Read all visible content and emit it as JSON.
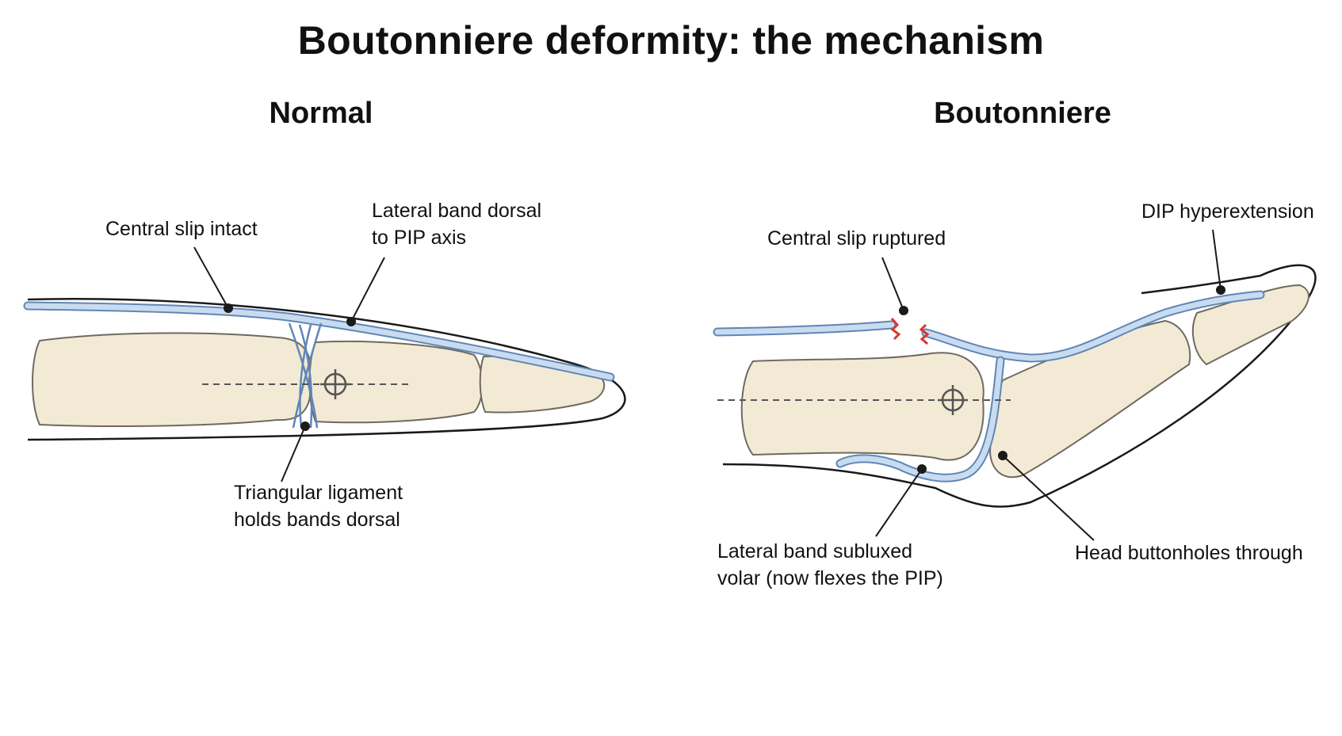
{
  "title": "Boutonniere deformity: the mechanism",
  "panels": {
    "normal": {
      "title": "Normal",
      "labels": {
        "central_slip": "Central slip intact",
        "lateral_band_l1": "Lateral band dorsal",
        "lateral_band_l2": "to PIP axis",
        "triangular_l1": "Triangular ligament",
        "triangular_l2": "holds bands dorsal"
      }
    },
    "boutonniere": {
      "title": "Boutonniere",
      "labels": {
        "central_slip": "Central slip ruptured",
        "dip": "DIP hyperextension",
        "lateral_l1": "Lateral band subluxed",
        "lateral_l2": "volar (now flexes the PIP)",
        "head": "Head buttonholes through"
      }
    }
  },
  "colors": {
    "bone_fill": "#f3ead5",
    "bone_stroke": "#6f6a60",
    "tendon_fill": "#c9dcef",
    "tendon_stroke": "#5f86b8",
    "rupture": "#d23a2e",
    "outline": "#1a1a1a"
  }
}
